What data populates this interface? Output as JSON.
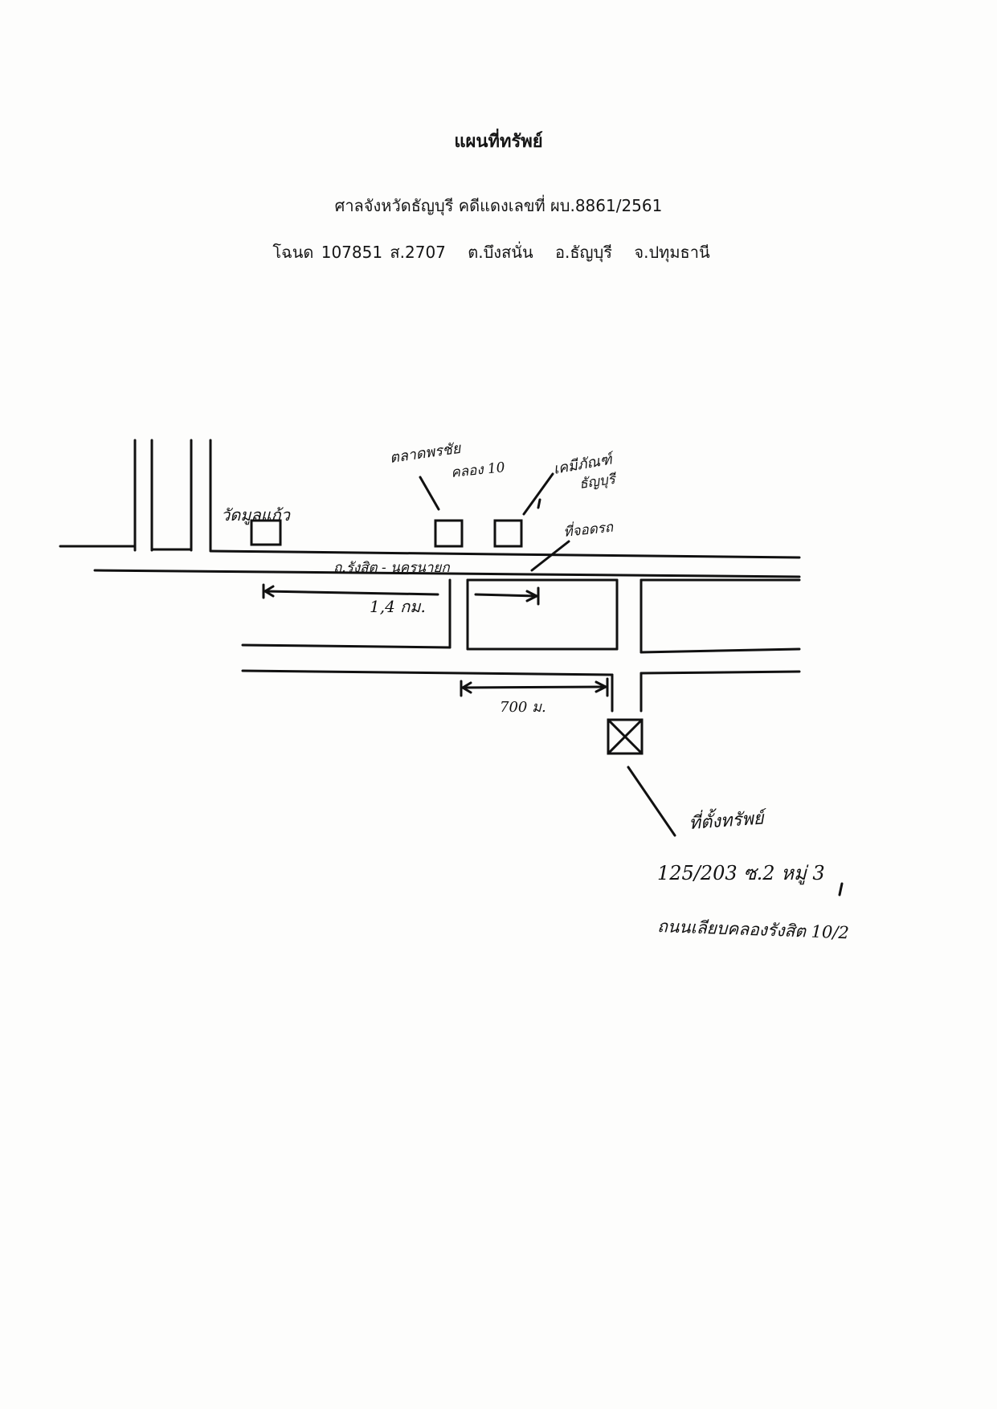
{
  "header": {
    "title": "แผนที่ทรัพย์",
    "court_case": "ศาลจังหวัดธัญบุรี  คดีแดงเลขที่ ผบ.8861/2561",
    "deed": "โฉนด 107851  ส.2707",
    "subdistrict": "ต.บึงสนั่น",
    "district": "อ.ธัญบุรี",
    "province": "จ.ปทุมธานี"
  },
  "map": {
    "labels": {
      "temple": "วัดมูลแก้ว",
      "market": "ตลาดพรชัย",
      "canal": "คลอง 10",
      "police": "เคมีภัณฑ์",
      "police2": "ธัญบุรี",
      "bus_stop": "ที่จอดรถ",
      "road_name": "ถ.รังสิต - นครนายก",
      "dist_1": "1,4 กม.",
      "dist_2": "700 ม.",
      "location_label": "ที่ตั้งทรัพย์",
      "address_1": "125/203  ซ.2   หมู่ 3",
      "address_2": "ถนนเลียบคลองรังสิต 10/2"
    }
  }
}
